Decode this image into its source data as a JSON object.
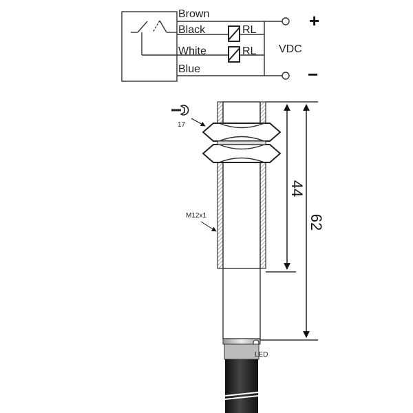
{
  "wiring": {
    "wires": [
      "Brown",
      "Black",
      "White",
      "Blue"
    ],
    "load_label_1": "RL",
    "load_label_2": "RL",
    "supply_label": "VDC",
    "plus_symbol": "+",
    "minus_symbol": "−"
  },
  "sensor": {
    "wrench_size": "17",
    "thread_label": "M12x1",
    "led_label": "LED",
    "dim_thread_length": "44",
    "dim_total_length": "62"
  }
}
